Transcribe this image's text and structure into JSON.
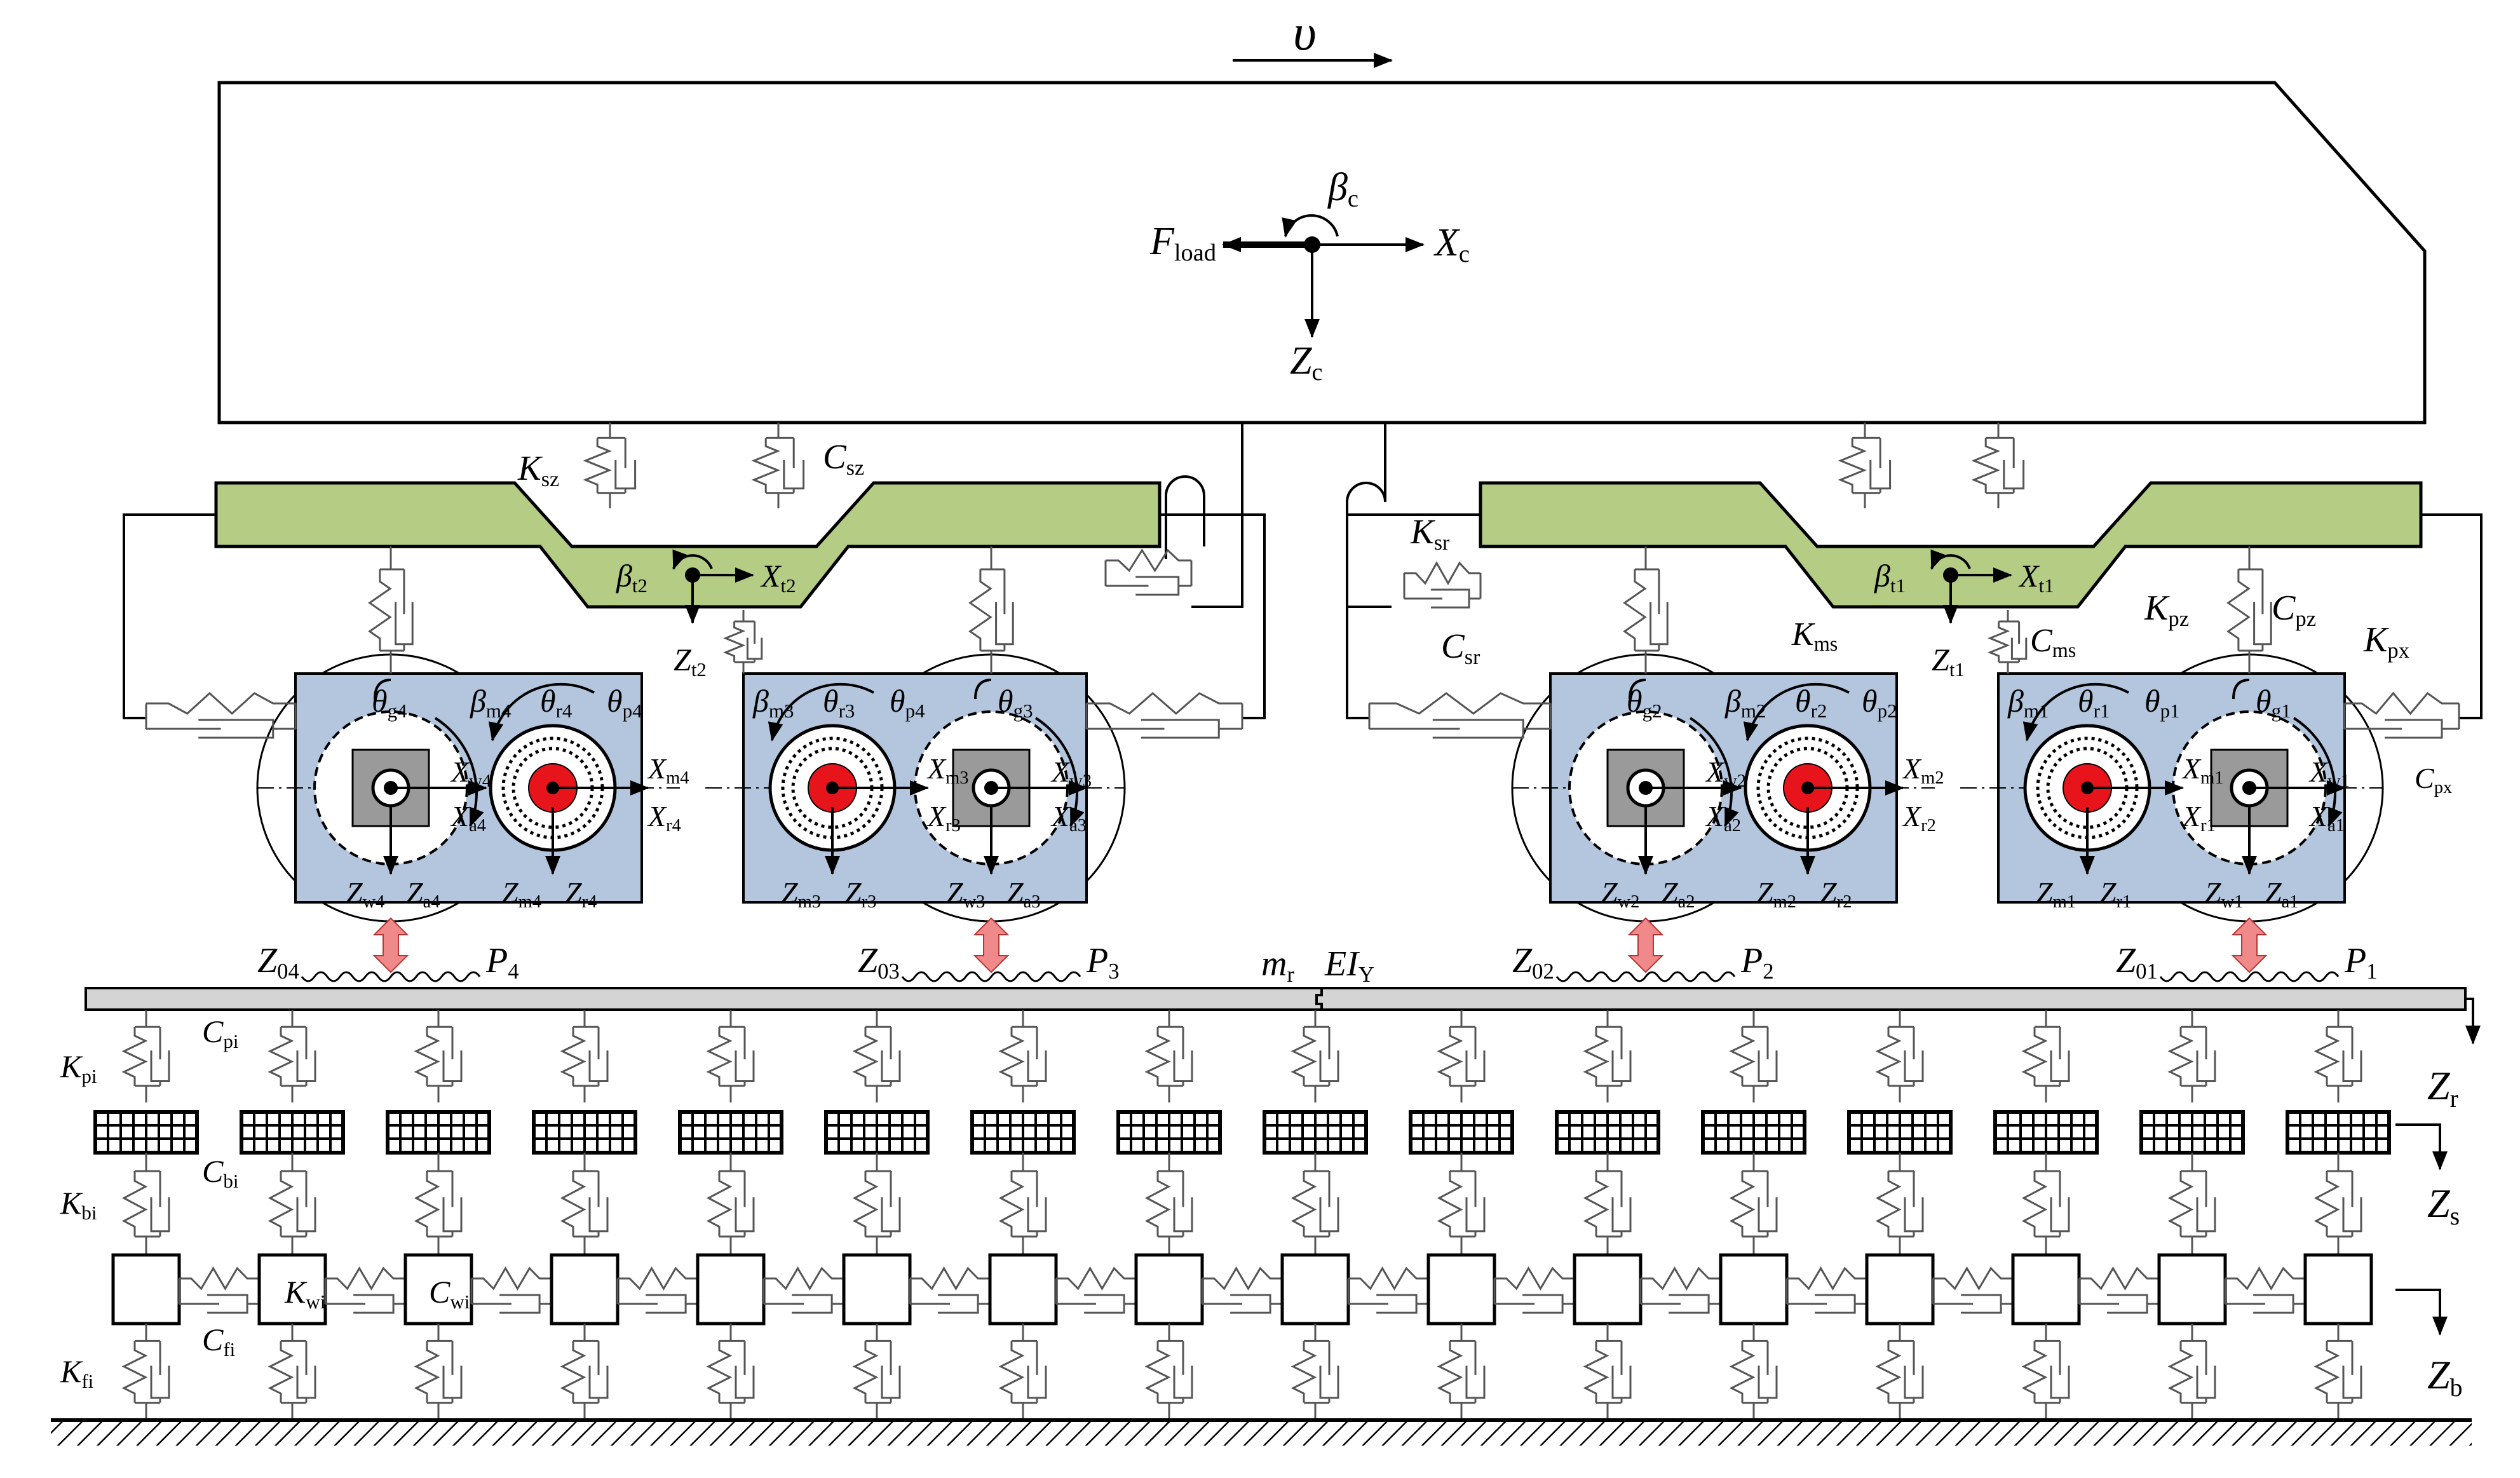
{
  "colors": {
    "frame": "#b5cc85",
    "axlebox": "#b3c6de",
    "motor": "#e8141c",
    "gear": "#9a9a9a",
    "rail": "#d4d4d4",
    "arrow_force": "#f08a8a",
    "line": "#000000",
    "spring": "#555555"
  },
  "labels": {
    "velocity": "υ",
    "car": {
      "force": {
        "m": "F",
        "s": "load"
      },
      "pitch": {
        "m": "β",
        "s": "c"
      },
      "long": {
        "m": "X",
        "s": "c"
      },
      "vert": {
        "m": "Z",
        "s": "c"
      }
    },
    "secondary": {
      "ksz": {
        "m": "K",
        "s": "sz"
      },
      "csz": {
        "m": "C",
        "s": "sz"
      },
      "ksr": {
        "m": "K",
        "s": "sr"
      },
      "csr": {
        "m": "C",
        "s": "sr"
      }
    },
    "bogies": [
      {
        "id": "2",
        "beta": {
          "m": "β",
          "s": "t2"
        },
        "x": {
          "m": "X",
          "s": "t2"
        },
        "z": {
          "m": "Z",
          "s": "t2"
        }
      },
      {
        "id": "1",
        "beta": {
          "m": "β",
          "s": "t1"
        },
        "x": {
          "m": "X",
          "s": "t1"
        },
        "z": {
          "m": "Z",
          "s": "t1"
        }
      }
    ],
    "motor_susp": {
      "kms": {
        "m": "K",
        "s": "ms"
      },
      "cms": {
        "m": "C",
        "s": "ms"
      }
    },
    "primary": {
      "kpz": {
        "m": "K",
        "s": "pz"
      },
      "cpz": {
        "m": "C",
        "s": "pz"
      },
      "kpx": {
        "m": "K",
        "s": "px"
      },
      "cpx": {
        "m": "C",
        "s": "px"
      }
    },
    "units": [
      {
        "n": "4",
        "tg": {
          "m": "θ",
          "s": "g4"
        },
        "bm": {
          "m": "β",
          "s": "m4"
        },
        "tr": {
          "m": "θ",
          "s": "r4"
        },
        "tp": {
          "m": "θ",
          "s": "p4"
        },
        "xw": {
          "m": "X",
          "s": "w4"
        },
        "xa": {
          "m": "X",
          "s": "a4"
        },
        "xm": {
          "m": "X",
          "s": "m4"
        },
        "xr": {
          "m": "X",
          "s": "r4"
        },
        "zw": {
          "m": "Z",
          "s": "w4"
        },
        "za": {
          "m": "Z",
          "s": "a4"
        },
        "zm": {
          "m": "Z",
          "s": "m4"
        },
        "zr": {
          "m": "Z",
          "s": "r4"
        },
        "z0": {
          "m": "Z",
          "s": "04"
        },
        "p": {
          "m": "P",
          "s": "4"
        }
      },
      {
        "n": "3",
        "tg": {
          "m": "θ",
          "s": "g3"
        },
        "bm": {
          "m": "β",
          "s": "m3"
        },
        "tr": {
          "m": "θ",
          "s": "r3"
        },
        "tp": {
          "m": "θ",
          "s": "p4"
        },
        "xw": {
          "m": "X",
          "s": "w3"
        },
        "xa": {
          "m": "X",
          "s": "a3"
        },
        "xm": {
          "m": "X",
          "s": "m3"
        },
        "xr": {
          "m": "X",
          "s": "r3"
        },
        "zw": {
          "m": "Z",
          "s": "w3"
        },
        "za": {
          "m": "Z",
          "s": "a3"
        },
        "zm": {
          "m": "Z",
          "s": "m3"
        },
        "zr": {
          "m": "Z",
          "s": "r3"
        },
        "z0": {
          "m": "Z",
          "s": "03"
        },
        "p": {
          "m": "P",
          "s": "3"
        }
      },
      {
        "n": "2",
        "tg": {
          "m": "θ",
          "s": "g2"
        },
        "bm": {
          "m": "β",
          "s": "m2"
        },
        "tr": {
          "m": "θ",
          "s": "r2"
        },
        "tp": {
          "m": "θ",
          "s": "p2"
        },
        "xw": {
          "m": "X",
          "s": "w2"
        },
        "xa": {
          "m": "X",
          "s": "a2"
        },
        "xm": {
          "m": "X",
          "s": "m2"
        },
        "xr": {
          "m": "X",
          "s": "r2"
        },
        "zw": {
          "m": "Z",
          "s": "w2"
        },
        "za": {
          "m": "Z",
          "s": "a2"
        },
        "zm": {
          "m": "Z",
          "s": "m2"
        },
        "zr": {
          "m": "Z",
          "s": "r2"
        },
        "z0": {
          "m": "Z",
          "s": "02"
        },
        "p": {
          "m": "P",
          "s": "2"
        }
      },
      {
        "n": "1",
        "tg": {
          "m": "θ",
          "s": "g1"
        },
        "bm": {
          "m": "β",
          "s": "m1"
        },
        "tr": {
          "m": "θ",
          "s": "r1"
        },
        "tp": {
          "m": "θ",
          "s": "p1"
        },
        "xw": {
          "m": "X",
          "s": "w1"
        },
        "xa": {
          "m": "X",
          "s": "a1"
        },
        "xm": {
          "m": "X",
          "s": "m1"
        },
        "xr": {
          "m": "X",
          "s": "r1"
        },
        "zw": {
          "m": "Z",
          "s": "w1"
        },
        "za": {
          "m": "Z",
          "s": "a1"
        },
        "zm": {
          "m": "Z",
          "s": "m1"
        },
        "zr": {
          "m": "Z",
          "s": "r1"
        },
        "z0": {
          "m": "Z",
          "s": "01"
        },
        "p": {
          "m": "P",
          "s": "1"
        }
      }
    ],
    "rail": {
      "mr": {
        "m": "m",
        "s": "r"
      },
      "ei": {
        "m": "EI",
        "s": "Y"
      }
    },
    "track": {
      "kp": {
        "m": "K",
        "s": "pi"
      },
      "cp": {
        "m": "C",
        "s": "pi"
      },
      "kb": {
        "m": "K",
        "s": "bi"
      },
      "cb": {
        "m": "C",
        "s": "bi"
      },
      "kw": {
        "m": "K",
        "s": "wi"
      },
      "cw": {
        "m": "C",
        "s": "wi"
      },
      "kf": {
        "m": "K",
        "s": "fi"
      },
      "cf": {
        "m": "C",
        "s": "fi"
      },
      "zr": {
        "m": "Z",
        "s": "r"
      },
      "zs": {
        "m": "Z",
        "s": "s"
      },
      "zb": {
        "m": "Z",
        "s": "b"
      }
    }
  }
}
